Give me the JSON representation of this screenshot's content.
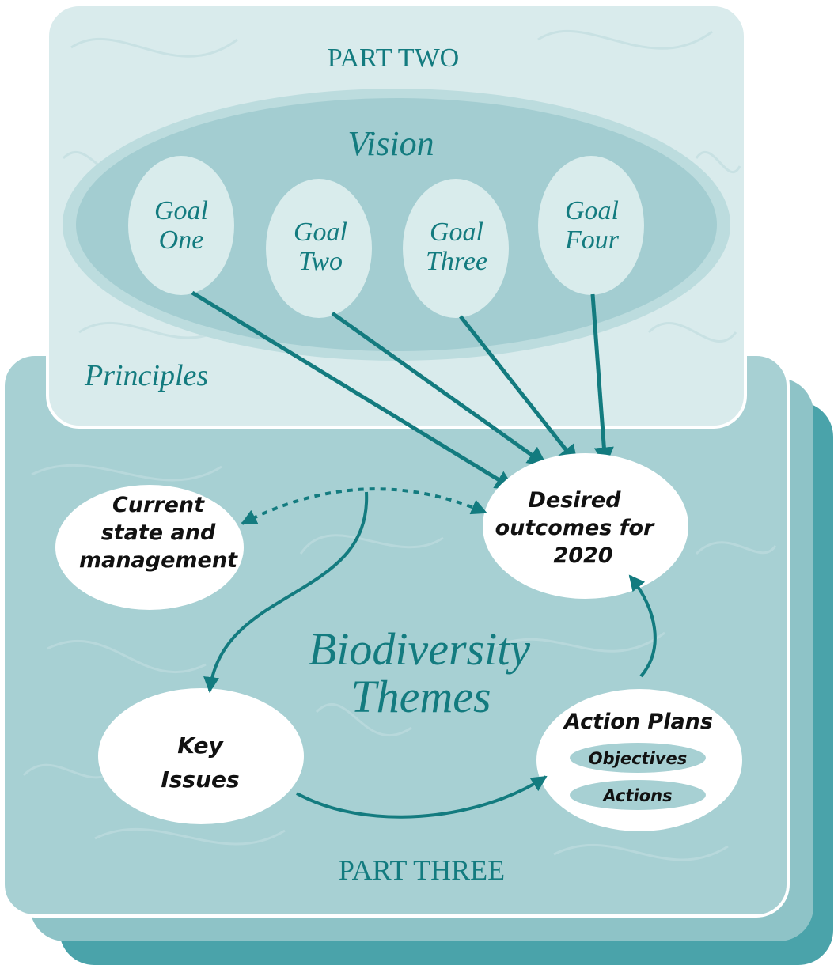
{
  "part_two": {
    "title": "PART TWO",
    "vision": "Vision",
    "principles": "Principles",
    "goals": [
      {
        "line1": "Goal",
        "line2": "One"
      },
      {
        "line1": "Goal",
        "line2": "Two"
      },
      {
        "line1": "Goal",
        "line2": "Three"
      },
      {
        "line1": "Goal",
        "line2": "Four"
      }
    ]
  },
  "part_three": {
    "title": "PART THREE",
    "theme_line1": "Biodiversity",
    "theme_line2": "Themes",
    "current_state": {
      "line1": "Current",
      "line2": "state and",
      "line3": "management"
    },
    "desired_outcomes": {
      "line1": "Desired",
      "line2": "outcomes for",
      "line3": "2020"
    },
    "key_issues": {
      "line1": "Key",
      "line2": "Issues"
    },
    "action_plans": {
      "title": "Action Plans",
      "objectives": "Objectives",
      "actions": "Actions"
    }
  },
  "colors": {
    "dark_teal": "#4aa3aa",
    "mid_teal": "#7fbcc1",
    "part_three_fill": "#a7d0d3",
    "part_two_fill": "#d9ebec",
    "oval_fill": "#a3cdd1",
    "oval_ring": "#bcdcde",
    "goal_fill": "#d9ecec",
    "arrow": "#137b7f",
    "text_teal": "#137b7f"
  }
}
